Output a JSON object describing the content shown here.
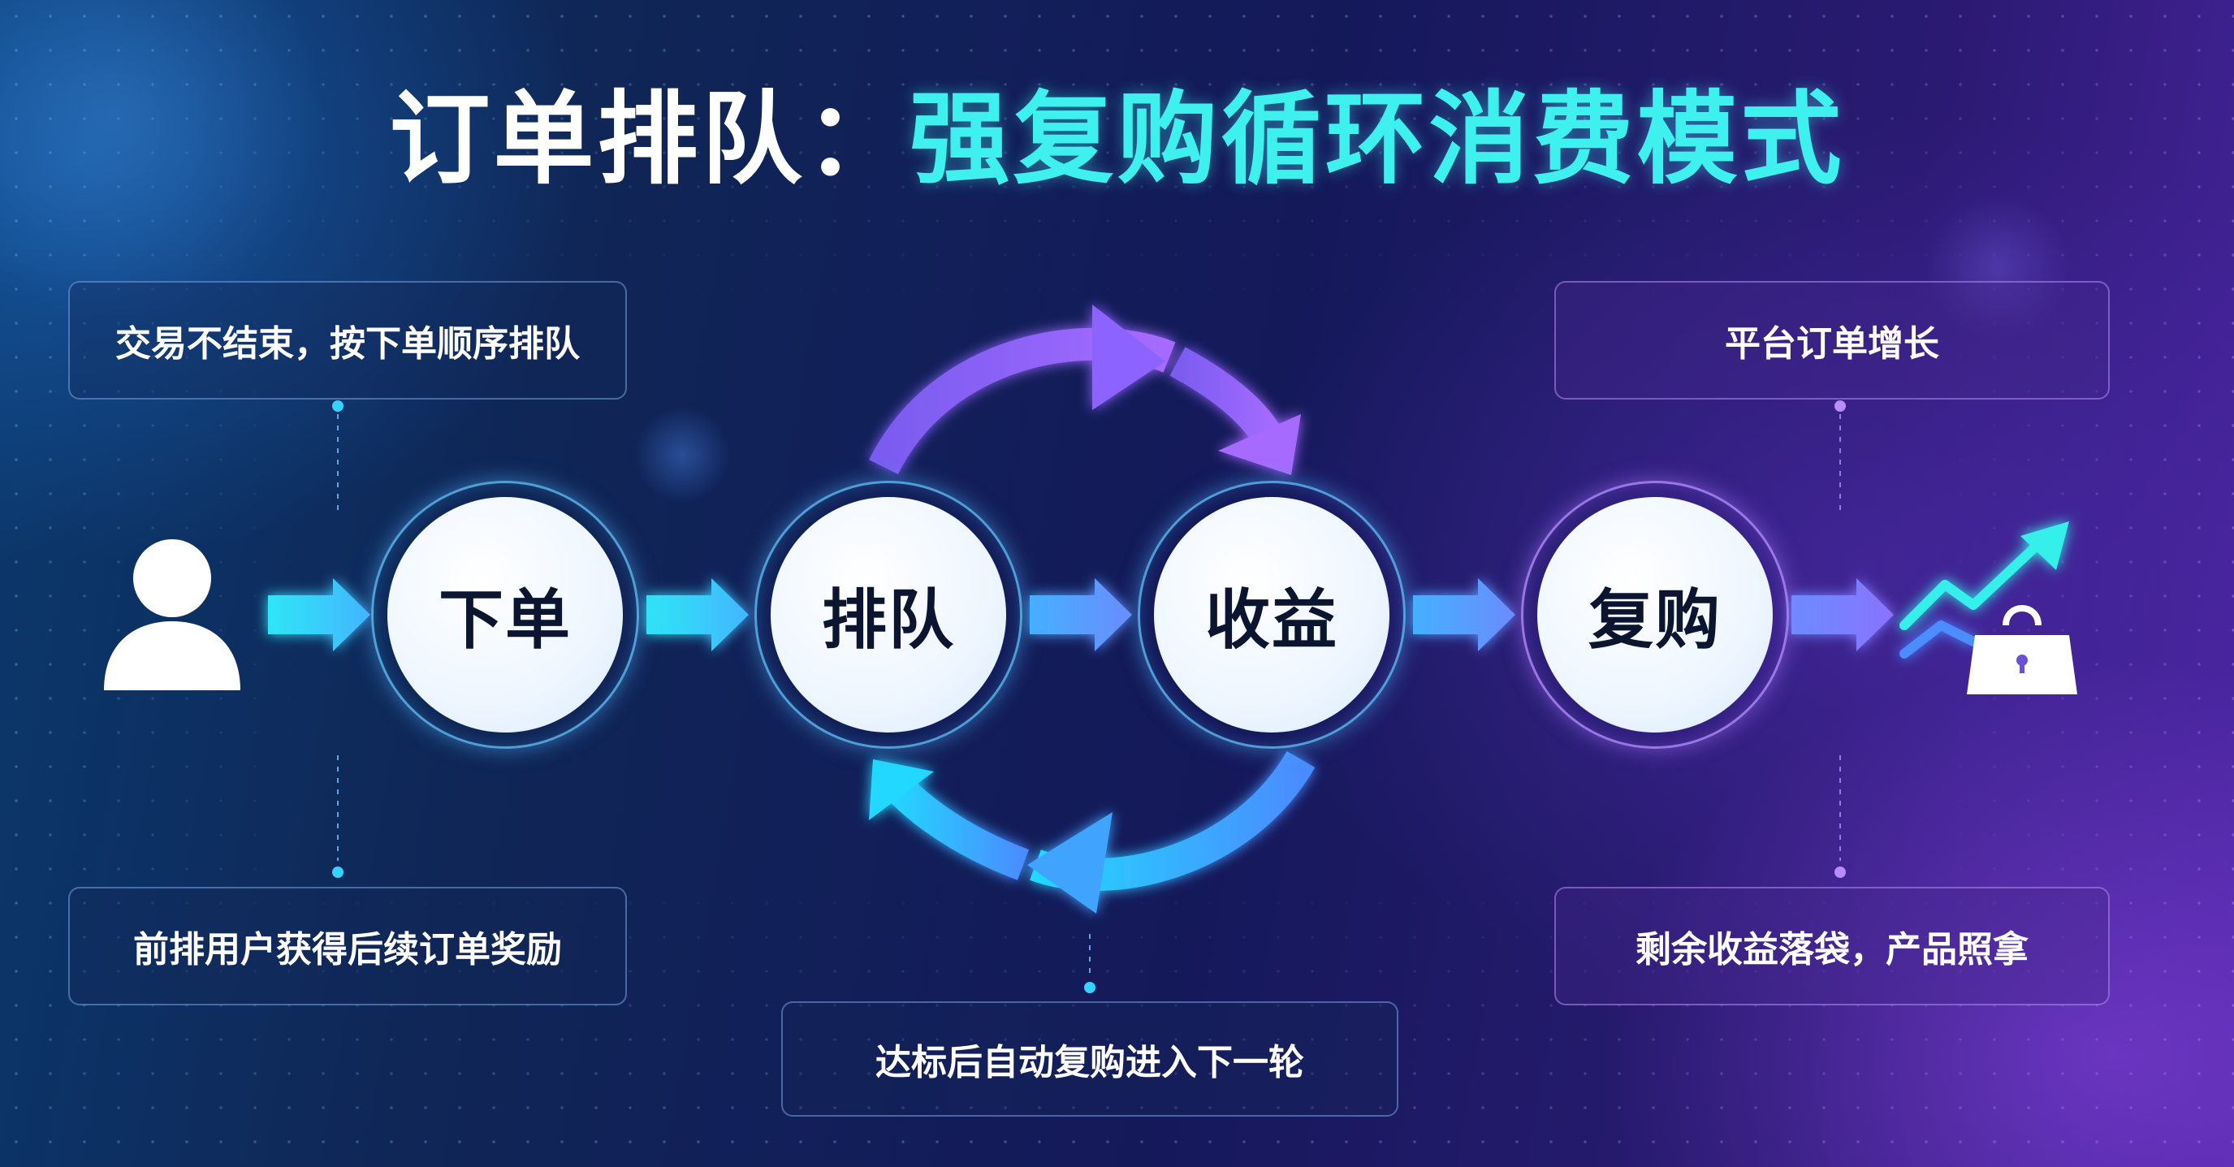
{
  "title": {
    "prefix": "订单排队：",
    "highlight": "强复购循环消费模式"
  },
  "nodes": [
    {
      "label": "下单"
    },
    {
      "label": "排队"
    },
    {
      "label": "收益"
    },
    {
      "label": "复购"
    }
  ],
  "notes": {
    "top_left": "交易不结束，按下单顺序排队",
    "bottom_left": "前排用户获得后续订单奖励",
    "bottom_center": "达标后自动复购进入下一轮",
    "top_right": "平台订单增长",
    "bottom_right": "剩余收益落袋，产品照拿"
  },
  "icons": {
    "start": "user-icon",
    "end": "growth-chart-shopping-bag-icon"
  },
  "colors": {
    "accent_cyan": "#3ef0ee",
    "accent_purple": "#9a6bff",
    "node_text": "#0c1530"
  }
}
